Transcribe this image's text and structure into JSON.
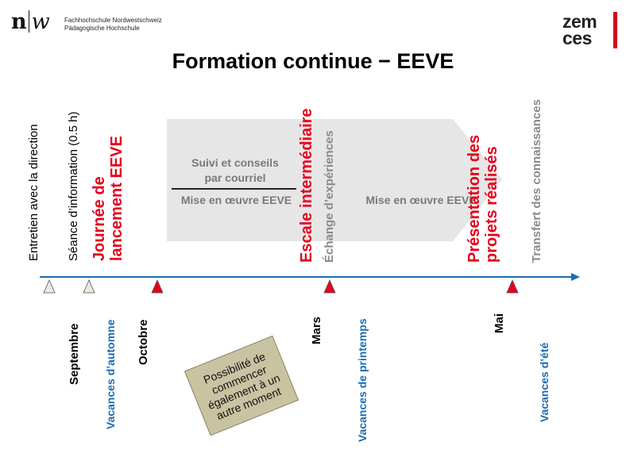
{
  "header": {
    "logo_left": "n",
    "logo_right": "w",
    "institution_line1": "Fachhochschule Nordwestschweiz",
    "institution_line2": "Pädagogische Hochschule",
    "logo_zem": "zem",
    "logo_ces": "ces",
    "title": "Formation continue − EEVE"
  },
  "phase_labels": {
    "entretien": "Entretien avec la direction",
    "seance": "Séance d’information (0.5 h)",
    "journee_line1": "Journée de",
    "journee_line2": "lancement EEVE",
    "escale": "Escale intermédiaire",
    "echange": "Échange d’expériences",
    "presentation_line1": "Présentation des",
    "presentation_line2": "projets réalisés",
    "transfert": "Transfert des connaissances"
  },
  "arrow_box": {
    "suivi_line1": "Suivi et conseils",
    "suivi_line2": "par courriel",
    "mise_left": "Mise en œuvre EEVE",
    "mise_right": "Mise en œuvre EEVE"
  },
  "timeline": {
    "months": {
      "septembre": "Septembre",
      "octobre": "Octobre",
      "mars": "Mars",
      "mai": "Mai"
    },
    "holidays": {
      "automne": "Vacances d’automne",
      "printemps": "Vacances de printemps",
      "ete": "Vacances d’été"
    }
  },
  "note": {
    "text": "Possibilité de commencer également à un autre moment"
  },
  "colors": {
    "red": "#e5001d",
    "blue": "#1b6cb3",
    "grey_text": "#8a8a8a",
    "arrow_fill": "#e6e6e6",
    "note_fill": "#c9c3a2",
    "marker_light": "#ece8dc"
  }
}
